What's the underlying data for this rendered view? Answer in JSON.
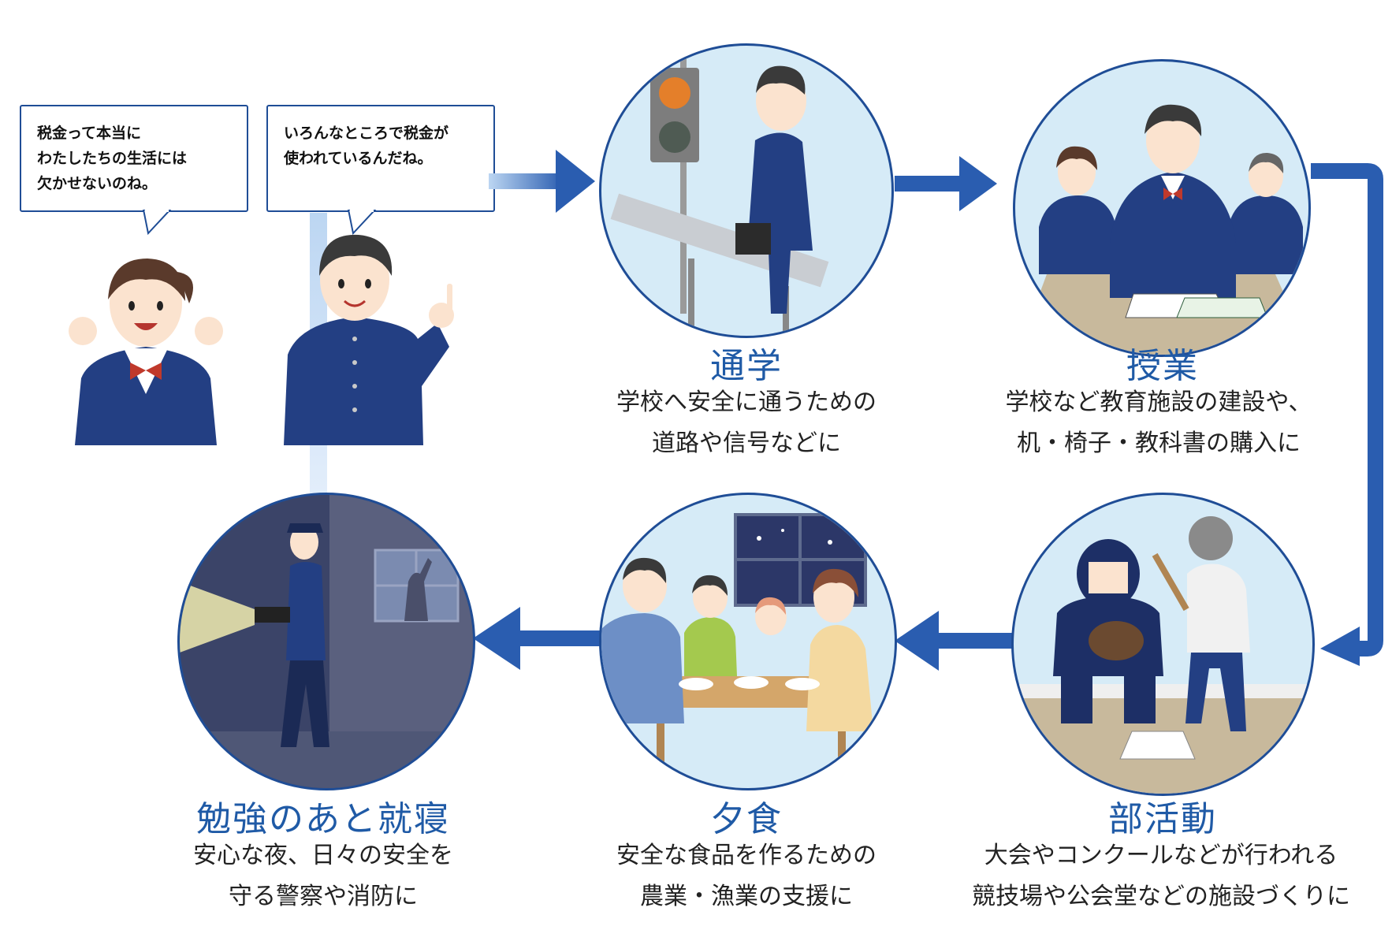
{
  "speech": {
    "girl": "税金って本当に\nわたしたちの生活には\n欠かせないのね。",
    "boy": "いろんなところで税金が\n使われているんだね。"
  },
  "stages": {
    "commute": {
      "title": "通学",
      "desc": "学校へ安全に通うための\n道路や信号などに"
    },
    "class": {
      "title": "授業",
      "desc": "学校など教育施設の建設や、\n机・椅子・教科書の購入に"
    },
    "club": {
      "title": "部活動",
      "desc": "大会やコンクールなどが行われる\n競技場や公会堂などの施設づくりに"
    },
    "dinner": {
      "title": "夕食",
      "desc": "安全な食品を作るための\n農業・漁業の支援に"
    },
    "sleep": {
      "title": "勉強のあと就寝",
      "desc": "安心な夜、日々の安全を\n守る警察や消防に"
    }
  },
  "colors": {
    "accent": "#1f5aa6",
    "arrow": "#2a5db0",
    "circle_bg": "#d6ebf7",
    "night_bg": "#3b4468"
  }
}
